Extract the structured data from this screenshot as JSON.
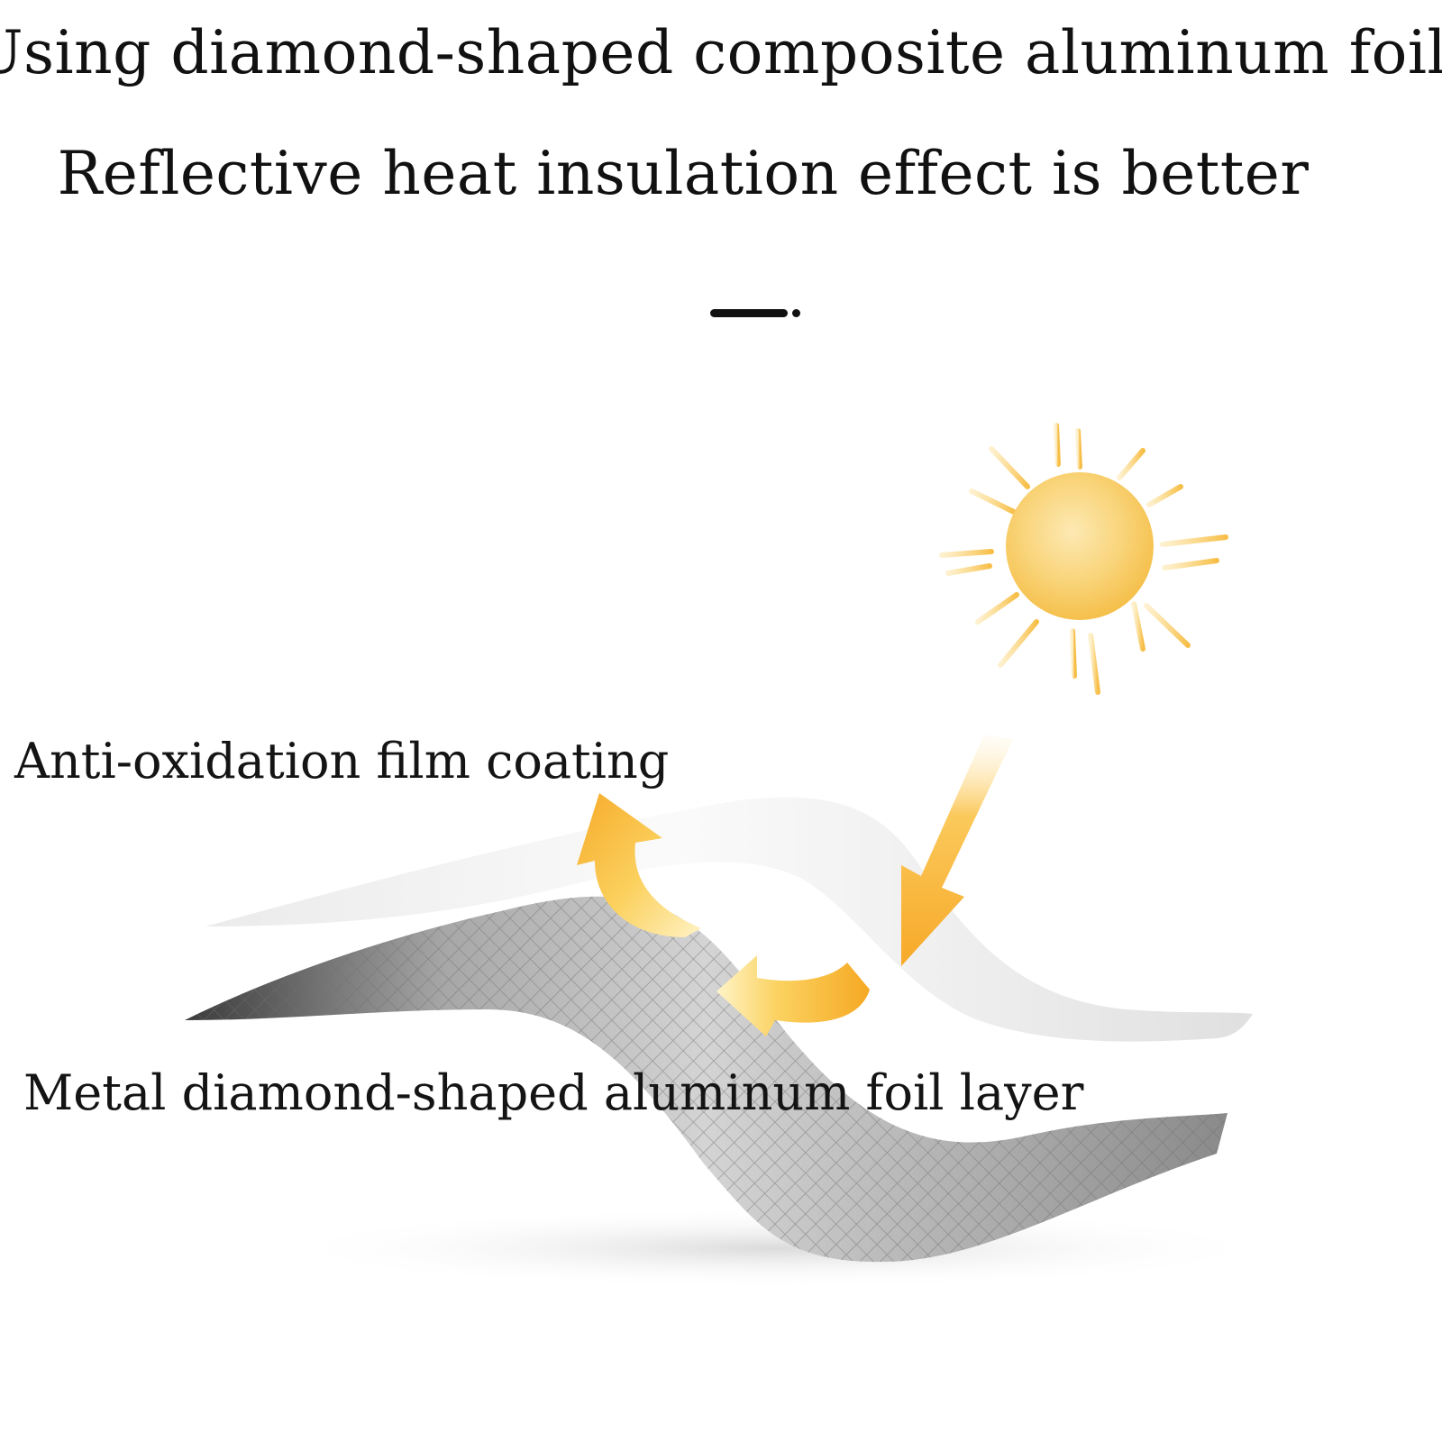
{
  "headline": {
    "line1": "Using diamond-shaped composite aluminum foil",
    "line2": "Reflective heat insulation effect is better"
  },
  "diagram": {
    "icons": [
      "sun-icon",
      "incoming-heat-arrow-icon",
      "reflected-heat-arrow-icon"
    ],
    "labels": {
      "film": "Anti-oxidation film coating",
      "foil": "Metal diamond-shaped aluminum foil layer"
    },
    "colors": {
      "sun": "#f7c85a",
      "arrow": "#f9b233",
      "film": "#f2f2f2",
      "foil": "#9a9a9a"
    }
  }
}
